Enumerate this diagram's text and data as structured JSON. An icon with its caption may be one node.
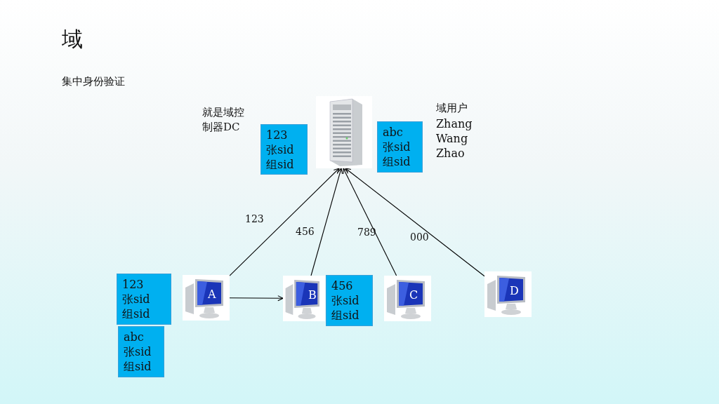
{
  "diagram": {
    "title": "域",
    "nodes": [
      {
        "text": [],
        "shape": "picture"
      },
      {
        "text": [
          "A"
        ]
      },
      {
        "text": [
          "B"
        ]
      },
      {
        "text": [
          "C"
        ]
      },
      {
        "text": [
          "D"
        ]
      },
      {
        "text": [
          "123 张sid 组sid"
        ]
      },
      {
        "text": [
          "abc 张sid 组sid"
        ]
      },
      {
        "text": [
          "123 张sid 组sid"
        ]
      },
      {
        "text": [
          "abc 张sid 组sid"
        ]
      },
      {
        "text": [
          "456 张sid 组sid"
        ]
      }
    ],
    "edges": [
      {
        "from": 1,
        "to": 0,
        "arrow": "to",
        "label": "123"
      },
      {
        "from": 2,
        "to": 0,
        "arrow": "to",
        "label": "456"
      },
      {
        "from": 3,
        "to": 0,
        "arrow": "to",
        "label": "789"
      },
      {
        "from": 4,
        "to": 0,
        "arrow": "to",
        "label": "000"
      },
      {
        "from": 1,
        "to": 2,
        "arrow": "to"
      }
    ],
    "labels": [
      "集中身份验证",
      "就是域控制器DC",
      "域用户",
      "Zhang",
      "Wang",
      "Zhao"
    ]
  }
}
